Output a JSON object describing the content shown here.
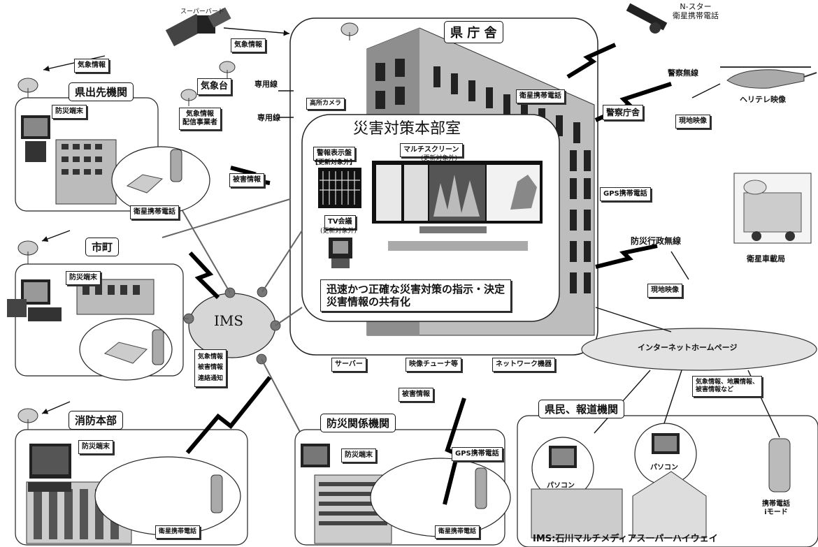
{
  "central": {
    "title": "県 庁 舎",
    "room_title": "災害対策本部室",
    "room_caption_line1": "迅速かつ正確な災害対策の指示・決定",
    "room_caption_line2": "災害情報の共有化",
    "alert_board": "警報表示盤",
    "alert_board_note": "【更新対象外】",
    "multi_screen": "マルチスクリーン",
    "multi_screen_note": "(更新対象外)",
    "tv_conf": "TV会議",
    "tv_conf_note": "(更新対象外)",
    "camera": "高所カメラ",
    "sat_phone": "衛星携帯電話",
    "gps_phone": "GPS携帯電話",
    "server": "サーバー",
    "tuner": "映像チューナ等",
    "network": "ネットワーク機器"
  },
  "ims": {
    "label": "IMS",
    "caption": "IMS:石川マルチメディアスーパーハイウェイ"
  },
  "satellites": {
    "superbird": "スーパーバード",
    "nstar_line1": "N-スター",
    "nstar_line2": "衛星携帯電話"
  },
  "weather": {
    "info_label": "気象情報",
    "info_label2": "気象情報",
    "met_office": "気象台",
    "dedicated_line": "専用線",
    "dedicated_line2": "専用線",
    "provider_line1": "気象情報",
    "provider_line2": "配信事業者"
  },
  "branch": {
    "title": "県出先機関",
    "terminal": "防災端末",
    "damage_info": "被害情報",
    "sat_phone": "衛星携帯電話"
  },
  "city": {
    "title": "市町",
    "terminal": "防災端末",
    "info_line1": "気象情報",
    "info_line2": "被害情報",
    "info_line3": "連絡通知"
  },
  "fire": {
    "title": "消防本部",
    "terminal": "防災端末",
    "sat_phone": "衛星携帯電話"
  },
  "related": {
    "title": "防災関係機関",
    "terminal": "防災端末",
    "damage_info": "被害情報",
    "gps_phone": "GPS携帯電話",
    "sat_phone": "衛星携帯電話"
  },
  "police": {
    "radio": "警察無線",
    "heli": "ヘリテレ映像",
    "hq": "警察庁舎",
    "footage": "現地映像"
  },
  "admin": {
    "radio": "防災行政無線",
    "footage": "現地映像",
    "vehicle": "衛星車載局"
  },
  "internet": {
    "label": "インターネットホームページ",
    "info_line1": "気象情報、地震情報、",
    "info_line2": "被害情報など",
    "citizens": "県民、報道機関",
    "pc1": "パソコン",
    "pc2": "パソコン",
    "mobile_line1": "携帯電話",
    "mobile_line2": "iモード"
  }
}
